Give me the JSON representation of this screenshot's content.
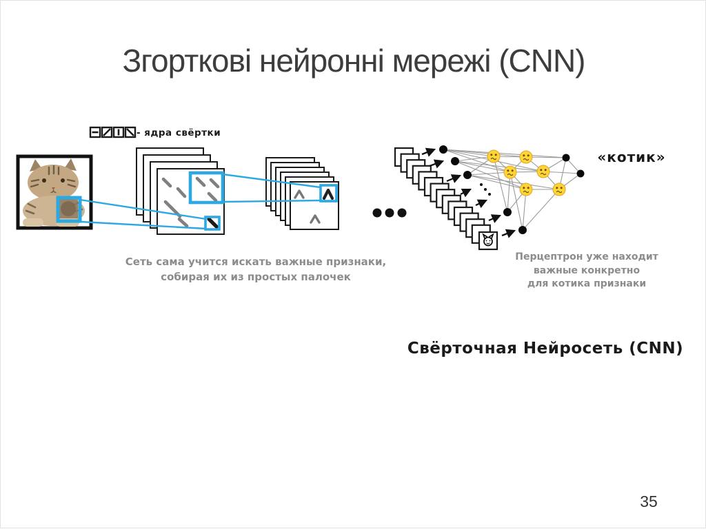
{
  "slide": {
    "title": "Згорткові нейронні мережі (CNN)",
    "page_number": "35"
  },
  "figure": {
    "legend_label": "- ядра свёртки",
    "caption_left": {
      "line1": "Сеть сама учится искать важные признаки,",
      "line2": "собирая их из простых палочек"
    },
    "caption_right": {
      "line1": "Перцептрон уже находит",
      "line2": "важные конкретно",
      "line3": "для котика признаки"
    },
    "output_label": "«котик»",
    "figure_caption": "Свёрточная Нейросеть (CNN)",
    "colors": {
      "highlight_blue": "#2BA9E0",
      "stroke_gray": "#808080",
      "caption_gray": "#8c8c8c",
      "smiley_yellow": "#FFD43B"
    }
  }
}
